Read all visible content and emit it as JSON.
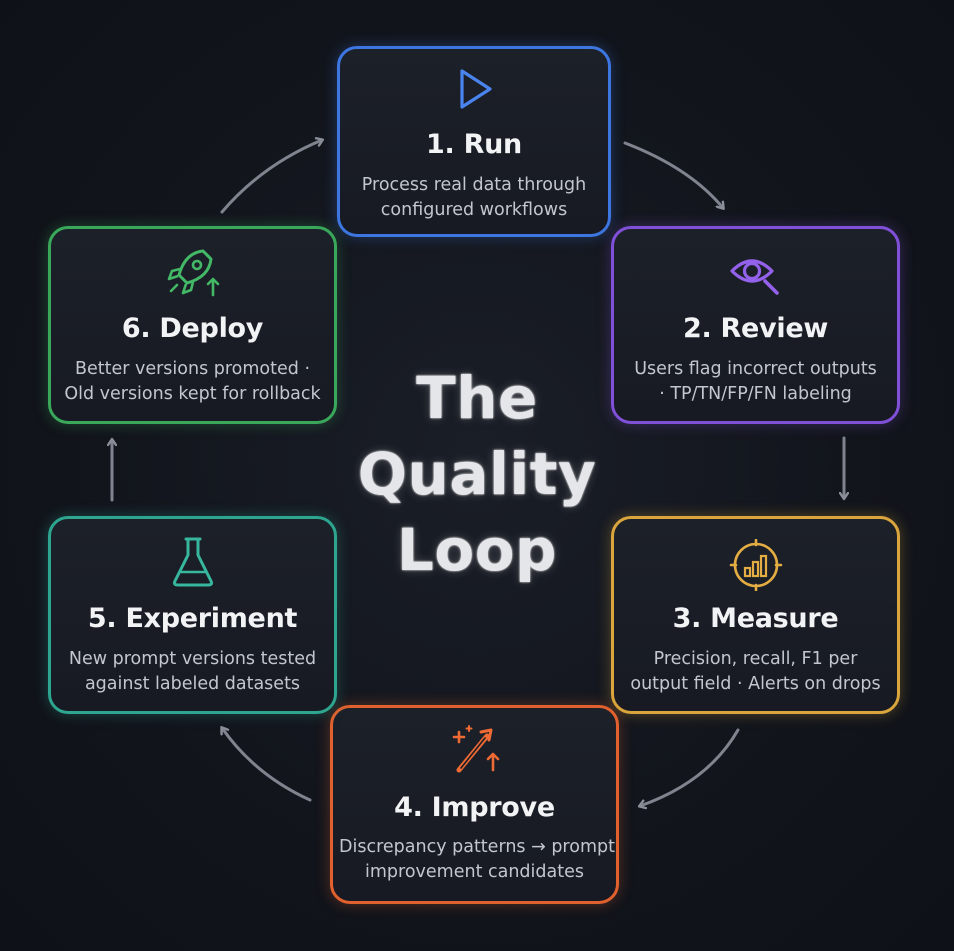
{
  "title": {
    "lines": [
      "The",
      "Quality",
      "Loop"
    ]
  },
  "steps": [
    {
      "id": "run",
      "title": "1. Run",
      "lines": [
        "Process real data through",
        "configured workflows"
      ],
      "icon": "play-icon",
      "color": "#3d76e0"
    },
    {
      "id": "review",
      "title": "2. Review",
      "lines": [
        "Users flag incorrect outputs",
        "· TP/TN/FP/FN labeling"
      ],
      "icon": "eye-magnifier-icon",
      "color": "#8050d8"
    },
    {
      "id": "measure",
      "title": "3. Measure",
      "lines": [
        "Precision, recall, F1 per",
        "output field · Alerts on drops"
      ],
      "icon": "bar-chart-gauge-icon",
      "color": "#d9a53c"
    },
    {
      "id": "improve",
      "title": "4. Improve",
      "lines": [
        "Discrepancy patterns → prompt",
        "improvement candidates"
      ],
      "icon": "magic-wand-icon",
      "color": "#e0612e"
    },
    {
      "id": "experiment",
      "title": "5. Experiment",
      "lines": [
        "New prompt versions tested",
        "against labeled datasets"
      ],
      "icon": "flask-icon",
      "color": "#2ea58f"
    },
    {
      "id": "deploy",
      "title": "6. Deploy",
      "lines": [
        "Better versions promoted ·",
        "Old versions kept for rollback"
      ],
      "icon": "rocket-icon",
      "color": "#3aa85a"
    }
  ],
  "connector_color": "#8a8f99"
}
